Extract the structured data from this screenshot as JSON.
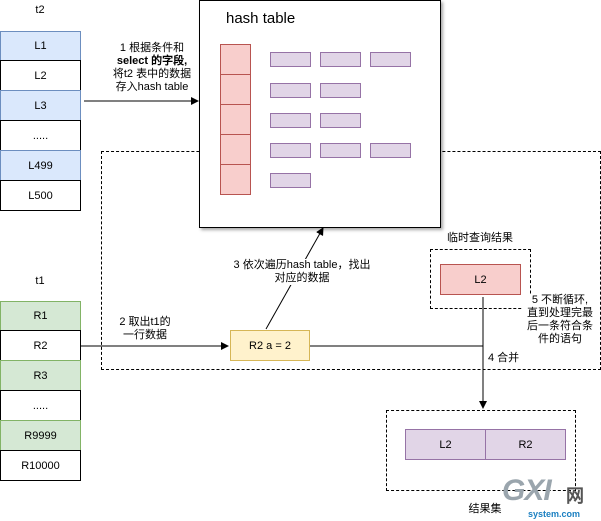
{
  "t2": {
    "label": "t2",
    "rows": [
      "L1",
      "L2",
      "L3",
      ".....",
      "L499",
      "L500"
    ]
  },
  "t1": {
    "label": "t1",
    "rows": [
      "R1",
      "R2",
      "R3",
      ".....",
      "R9999",
      "R10000"
    ]
  },
  "hash_table": {
    "title": "hash table"
  },
  "steps": {
    "step1": [
      "1 根据条件和",
      "select 的字段,",
      "将t2 表中的数据",
      "存入hash table"
    ],
    "step2": [
      "2 取出t1的",
      "一行数据"
    ],
    "step3": [
      "3 依次遍历hash table，找出",
      "对应的数据"
    ],
    "step4": "4 合并",
    "step5": [
      "5 不断循环,",
      "直到处理完最",
      "后一条符合条",
      "件的语句"
    ]
  },
  "current_row": "R2 a = 2",
  "temp_result": {
    "title": "临时查询结果",
    "value": "L2"
  },
  "final_result": {
    "title": "结果集",
    "left": "L2",
    "right": "R2"
  },
  "watermark": {
    "letters": "GXI",
    "suffix": "网",
    "domain": "system.com"
  },
  "colors": {
    "blue_fill": "#dae8fc",
    "green_fill": "#d5e8d4",
    "red_fill": "#f8cecc",
    "purple_fill": "#e1d5e7",
    "yellow_fill": "#fff2cc"
  }
}
